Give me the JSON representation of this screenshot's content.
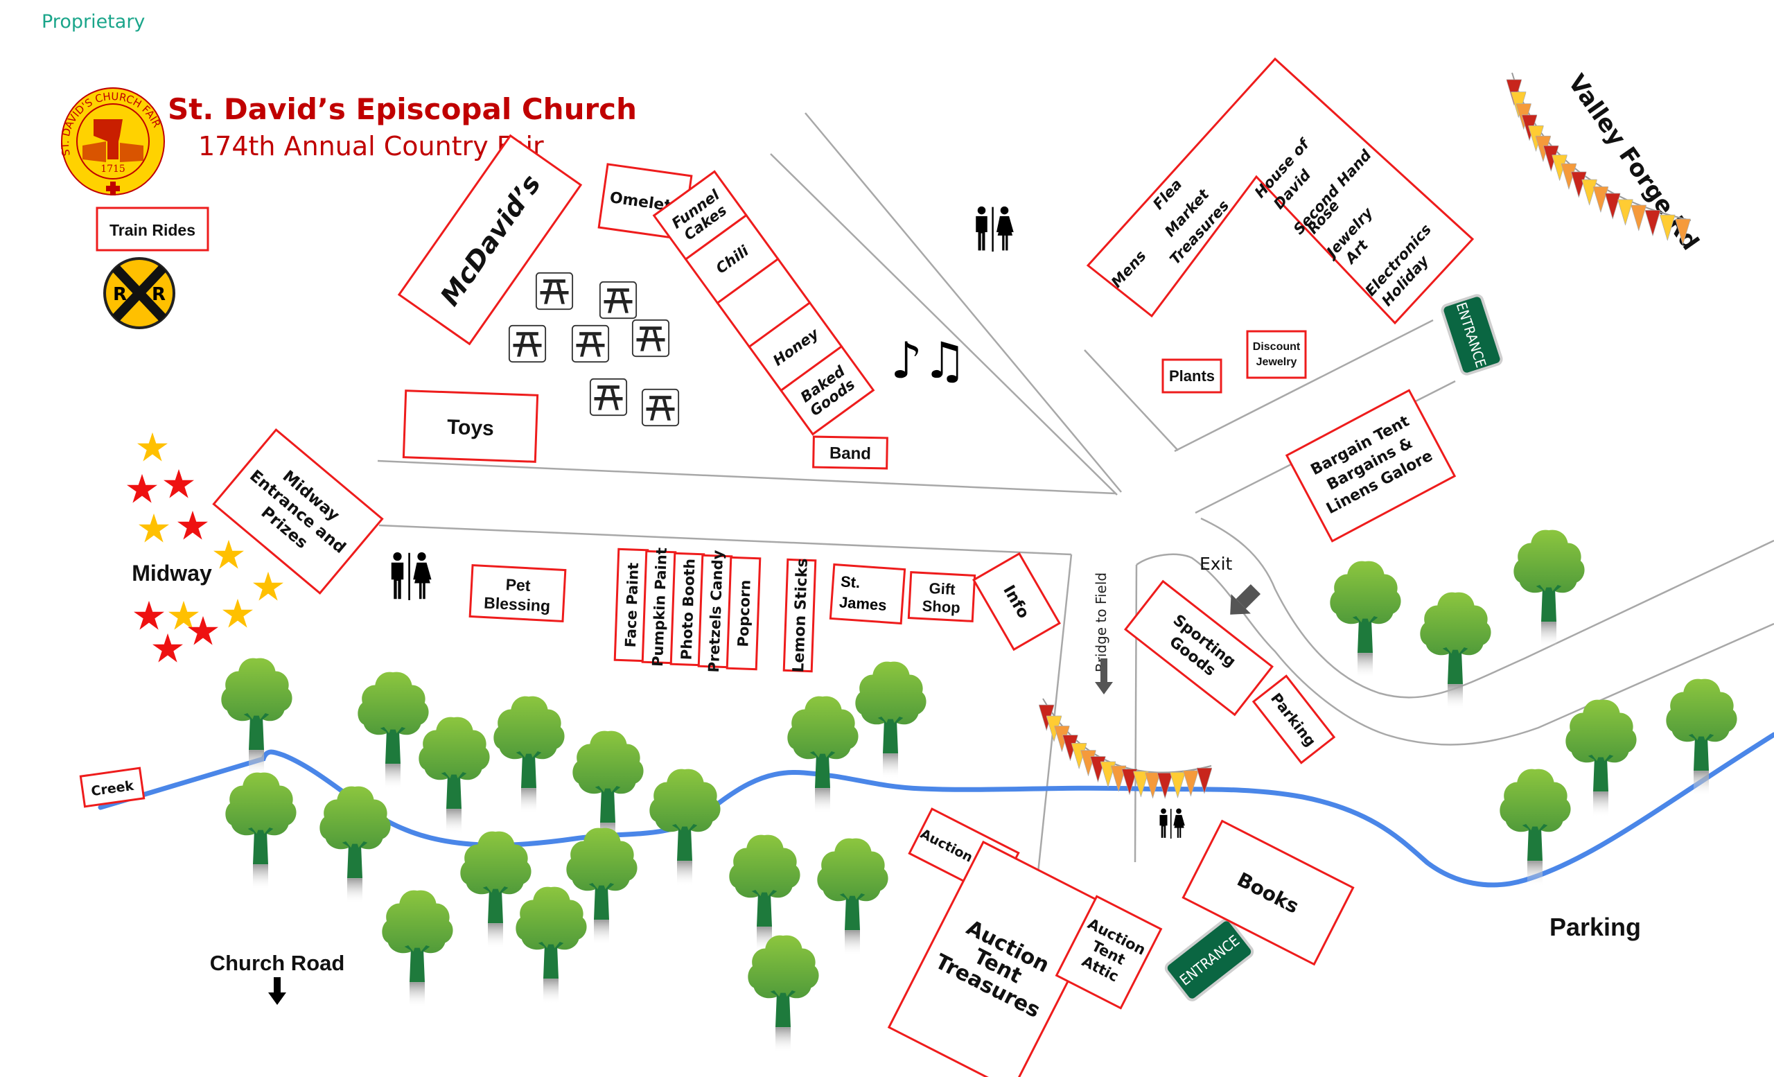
{
  "watermark": "Proprietary",
  "header": {
    "title": "St. David’s Episcopal Church",
    "subtitle": "174th Annual Country Fair",
    "logo": {
      "ring_text": "ST. DAVID'S CHURCH FAIR",
      "year": "1715",
      "colors": {
        "fill": "#ffd200",
        "ink": "#c00000"
      }
    }
  },
  "colors": {
    "booth_border": "#ee1c1c",
    "road": "#a8a8a8",
    "creek": "#4a86e8",
    "title": "#c00000",
    "watermark": "#1aa58a",
    "entrance_sign": "#0a6642",
    "star_red": "#ee1111",
    "star_gold": "#ffc000",
    "tree_canopy": "#6db33f",
    "tree_trunk": "#1e7a3c"
  },
  "booths": {
    "train_rides": "Train Rides",
    "mcdavids": "McDavid’s",
    "omelets": "Omelets",
    "food_row": [
      "Funnel Cakes",
      "Chili",
      "",
      "Honey",
      "Baked Goods"
    ],
    "toys": "Toys",
    "band": "Band",
    "midway_entrance": [
      "Midway",
      "Entrance and",
      "Prizes"
    ],
    "pet_blessing": [
      "Pet",
      "Blessing"
    ],
    "kids_row": [
      "Face Paint",
      "Pumpkin Paint",
      "Photo Booth",
      "Pretzels Candy",
      "Popcorn"
    ],
    "lemon_sticks": "Lemon Sticks",
    "st_james": [
      "St.",
      "James"
    ],
    "gift_shop": [
      "Gift",
      "Shop"
    ],
    "info": "Info",
    "flea_market": {
      "left_wing": [
        "Mens",
        "Flea",
        "Market",
        "Treasures"
      ],
      "right_wing": [
        "House of",
        "David",
        "Second Hand",
        "Rose",
        "Jewelry",
        "Art",
        "Electronics",
        "Holiday"
      ]
    },
    "plants": "Plants",
    "discount_jewelry": [
      "Discount",
      "Jewelry"
    ],
    "bargain_tent": [
      "Bargain Tent",
      "Bargains &",
      "Linens Galore"
    ],
    "sporting_goods": [
      "Sporting",
      "Goods"
    ],
    "parking_booth": "Parking",
    "auction_cafe": "Auction Cafe",
    "auction_treasures": [
      "Auction",
      "Tent",
      "Treasures"
    ],
    "auction_attic": [
      "Auction",
      "Tent",
      "Attic"
    ],
    "books": "Books",
    "creek_label": "Creek"
  },
  "labels": {
    "midway": "Midway",
    "valley_forge": "Valley Forge Rd",
    "bridge": "Bridge to Field",
    "exit": "Exit",
    "church_road": "Church Road",
    "parking": "Parking",
    "entrance": "ENTRANCE",
    "rr_left": "R",
    "rr_right": "R"
  },
  "icons": {
    "restroom": "restroom-icon",
    "music": "music-notes-icon",
    "picnic_table": "picnic-table-icon",
    "railroad": "railroad-crossing-icon",
    "star": "star-icon",
    "tree": "tree-icon",
    "bunting": "pennant-bunting-icon",
    "arrow": "arrow-icon"
  }
}
